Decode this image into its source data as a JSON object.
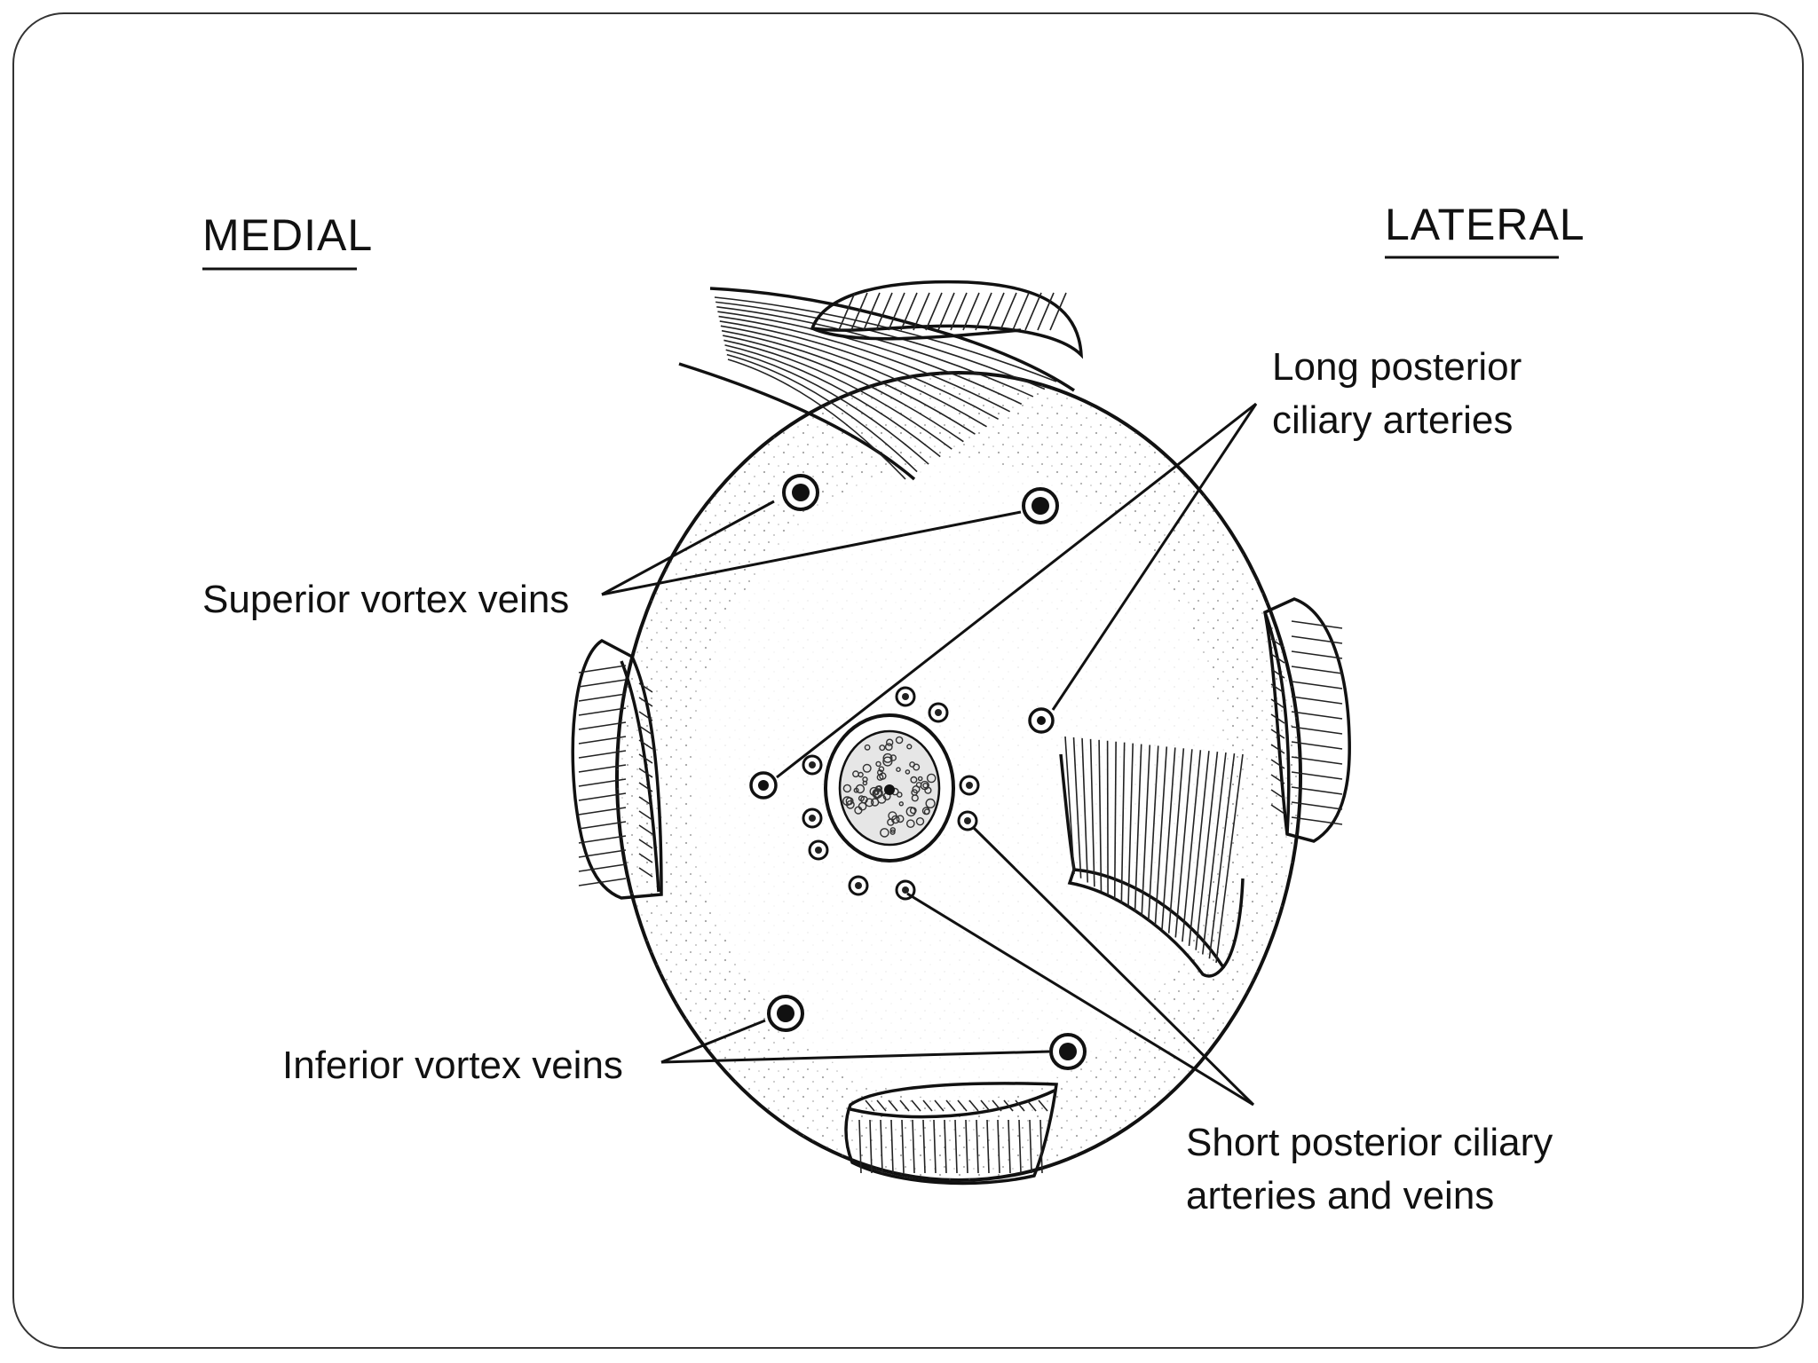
{
  "orientation": {
    "left": "MEDIAL",
    "right": "LATERAL"
  },
  "callouts": {
    "long_posterior": [
      "Long posterior",
      "ciliary arteries"
    ],
    "superior_vortex": "Superior vortex veins",
    "inferior_vortex": "Inferior vortex veins",
    "short_posterior": [
      "Short posterior ciliary",
      "arteries and veins"
    ]
  }
}
